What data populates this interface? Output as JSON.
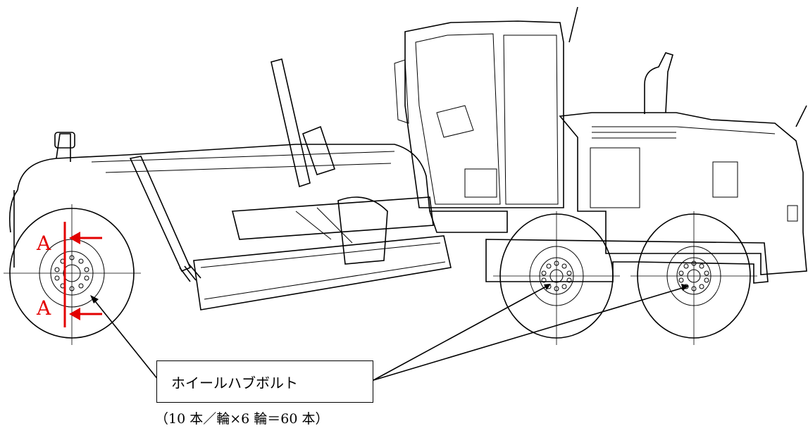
{
  "callout": {
    "label": "ホイールハブボルト",
    "caption": "（10 本／輪×6 輪＝60 本）"
  },
  "section_markers": {
    "top": "A",
    "bottom": "A"
  },
  "colors": {
    "line": "#000000",
    "section_red": "#e30000",
    "background": "#ffffff"
  }
}
